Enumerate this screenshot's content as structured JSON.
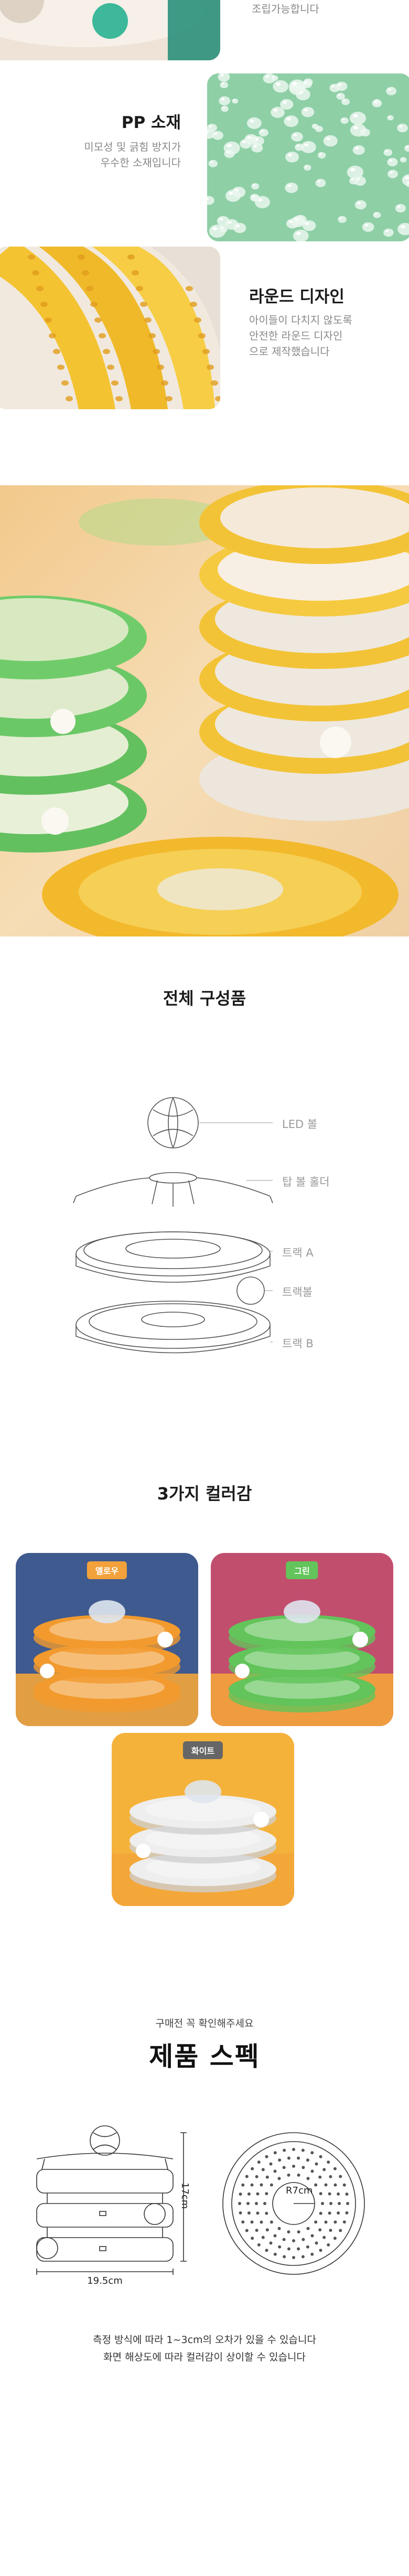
{
  "intro": {
    "top_caption": "조립가능합니다"
  },
  "features": {
    "pp": {
      "title": "PP 소재",
      "desc_line1": "미모성 및 긁힘 방지가",
      "desc_line2": "우수한 소재입니다"
    },
    "round": {
      "title": "라운드 디자인",
      "desc_line1": "아이들이 다치지 않도록",
      "desc_line2": "안전한 라운드 디자인",
      "desc_line3": "으로 제작했습니다"
    }
  },
  "components": {
    "title": "전체 구성품",
    "labels": [
      "LED 볼",
      "탑 볼 홀더",
      "트랙 A",
      "트랙볼",
      "트랙 B"
    ]
  },
  "colors": {
    "title": "3가지 컬러감",
    "items": [
      {
        "name": "옐로우",
        "bg": "#3f5a8e",
        "accent": "#f29a2e",
        "badge": "#f2a13b"
      },
      {
        "name": "그린",
        "bg": "#c24e6e",
        "accent": "#62c45a",
        "badge": "#62c45a"
      },
      {
        "name": "화이트",
        "bg": "#f5b23a",
        "accent": "#eeeeee",
        "badge": "#666666"
      }
    ]
  },
  "spec": {
    "subtitle": "구매전 꼭 확인해주세요",
    "title": "제품 스펙",
    "height": "17cm",
    "width": "19.5cm",
    "radius": "R7cm",
    "notes": [
      "측정 방식에 따라 1~3cm의 오차가 있을 수 있습니다",
      "화면 해상도에 따라 컬러감이 상이할 수 있습니다"
    ]
  }
}
